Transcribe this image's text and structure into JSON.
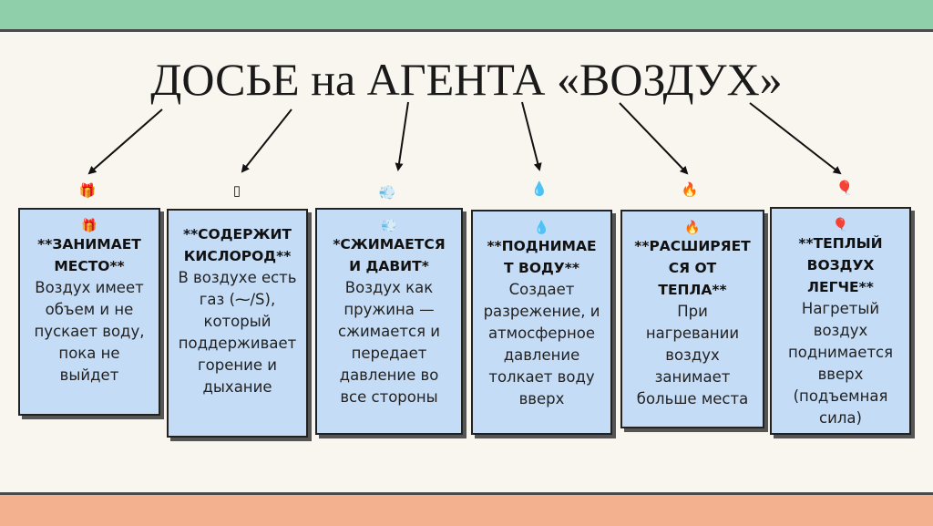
{
  "title": "ДОСЬЕ на АГЕНТА «ВОЗДУХ»",
  "cards": [
    {
      "icon": "🎁",
      "icon_name": "gift-icon",
      "heading": "**ЗАНИМАЕТ\nМЕСТО**",
      "body": "Воздух имеет\nобъем и не\nпускает воду,\nпока не\nвыйдет"
    },
    {
      "icon": "▯",
      "icon_name": "placeholder-box-icon",
      "heading": "**СОДЕРЖИТ\nКИСЛОРОД**",
      "body": "В воздухе есть\nгаз (⁓/S),\nкоторый\nподдерживает\nгорение и\nдыхание"
    },
    {
      "icon": "💨",
      "icon_name": "wind-icon",
      "heading": "*СЖИМАЕТСЯ\nИ ДАВИТ*",
      "body": "Воздух как\nпружина —\nсжимается и\nпередает\nдавление во\nвсе стороны"
    },
    {
      "icon": "💧",
      "icon_name": "droplet-icon",
      "heading": "**ПОДНИМАЕ\nТ ВОДУ**",
      "body": "Создает\nразрежение, и\nатмосферное\nдавление\nтолкает воду\nвверх"
    },
    {
      "icon": "🔥",
      "icon_name": "flame-icon",
      "heading": "**РАСШИРЯЕТ\nСЯ ОТ\nТЕПЛА**",
      "body": "При\nнагревании\nвоздух\nзанимает\nбольше места"
    },
    {
      "icon": "🎈",
      "icon_name": "balloon-icon",
      "heading": "**ТЕПЛЫЙ\nВОЗДУХ\nЛЕГЧЕ**",
      "body": "Нагретый\nвоздух\nподнимается\nвверх\n(подъемная\nсила)"
    }
  ]
}
